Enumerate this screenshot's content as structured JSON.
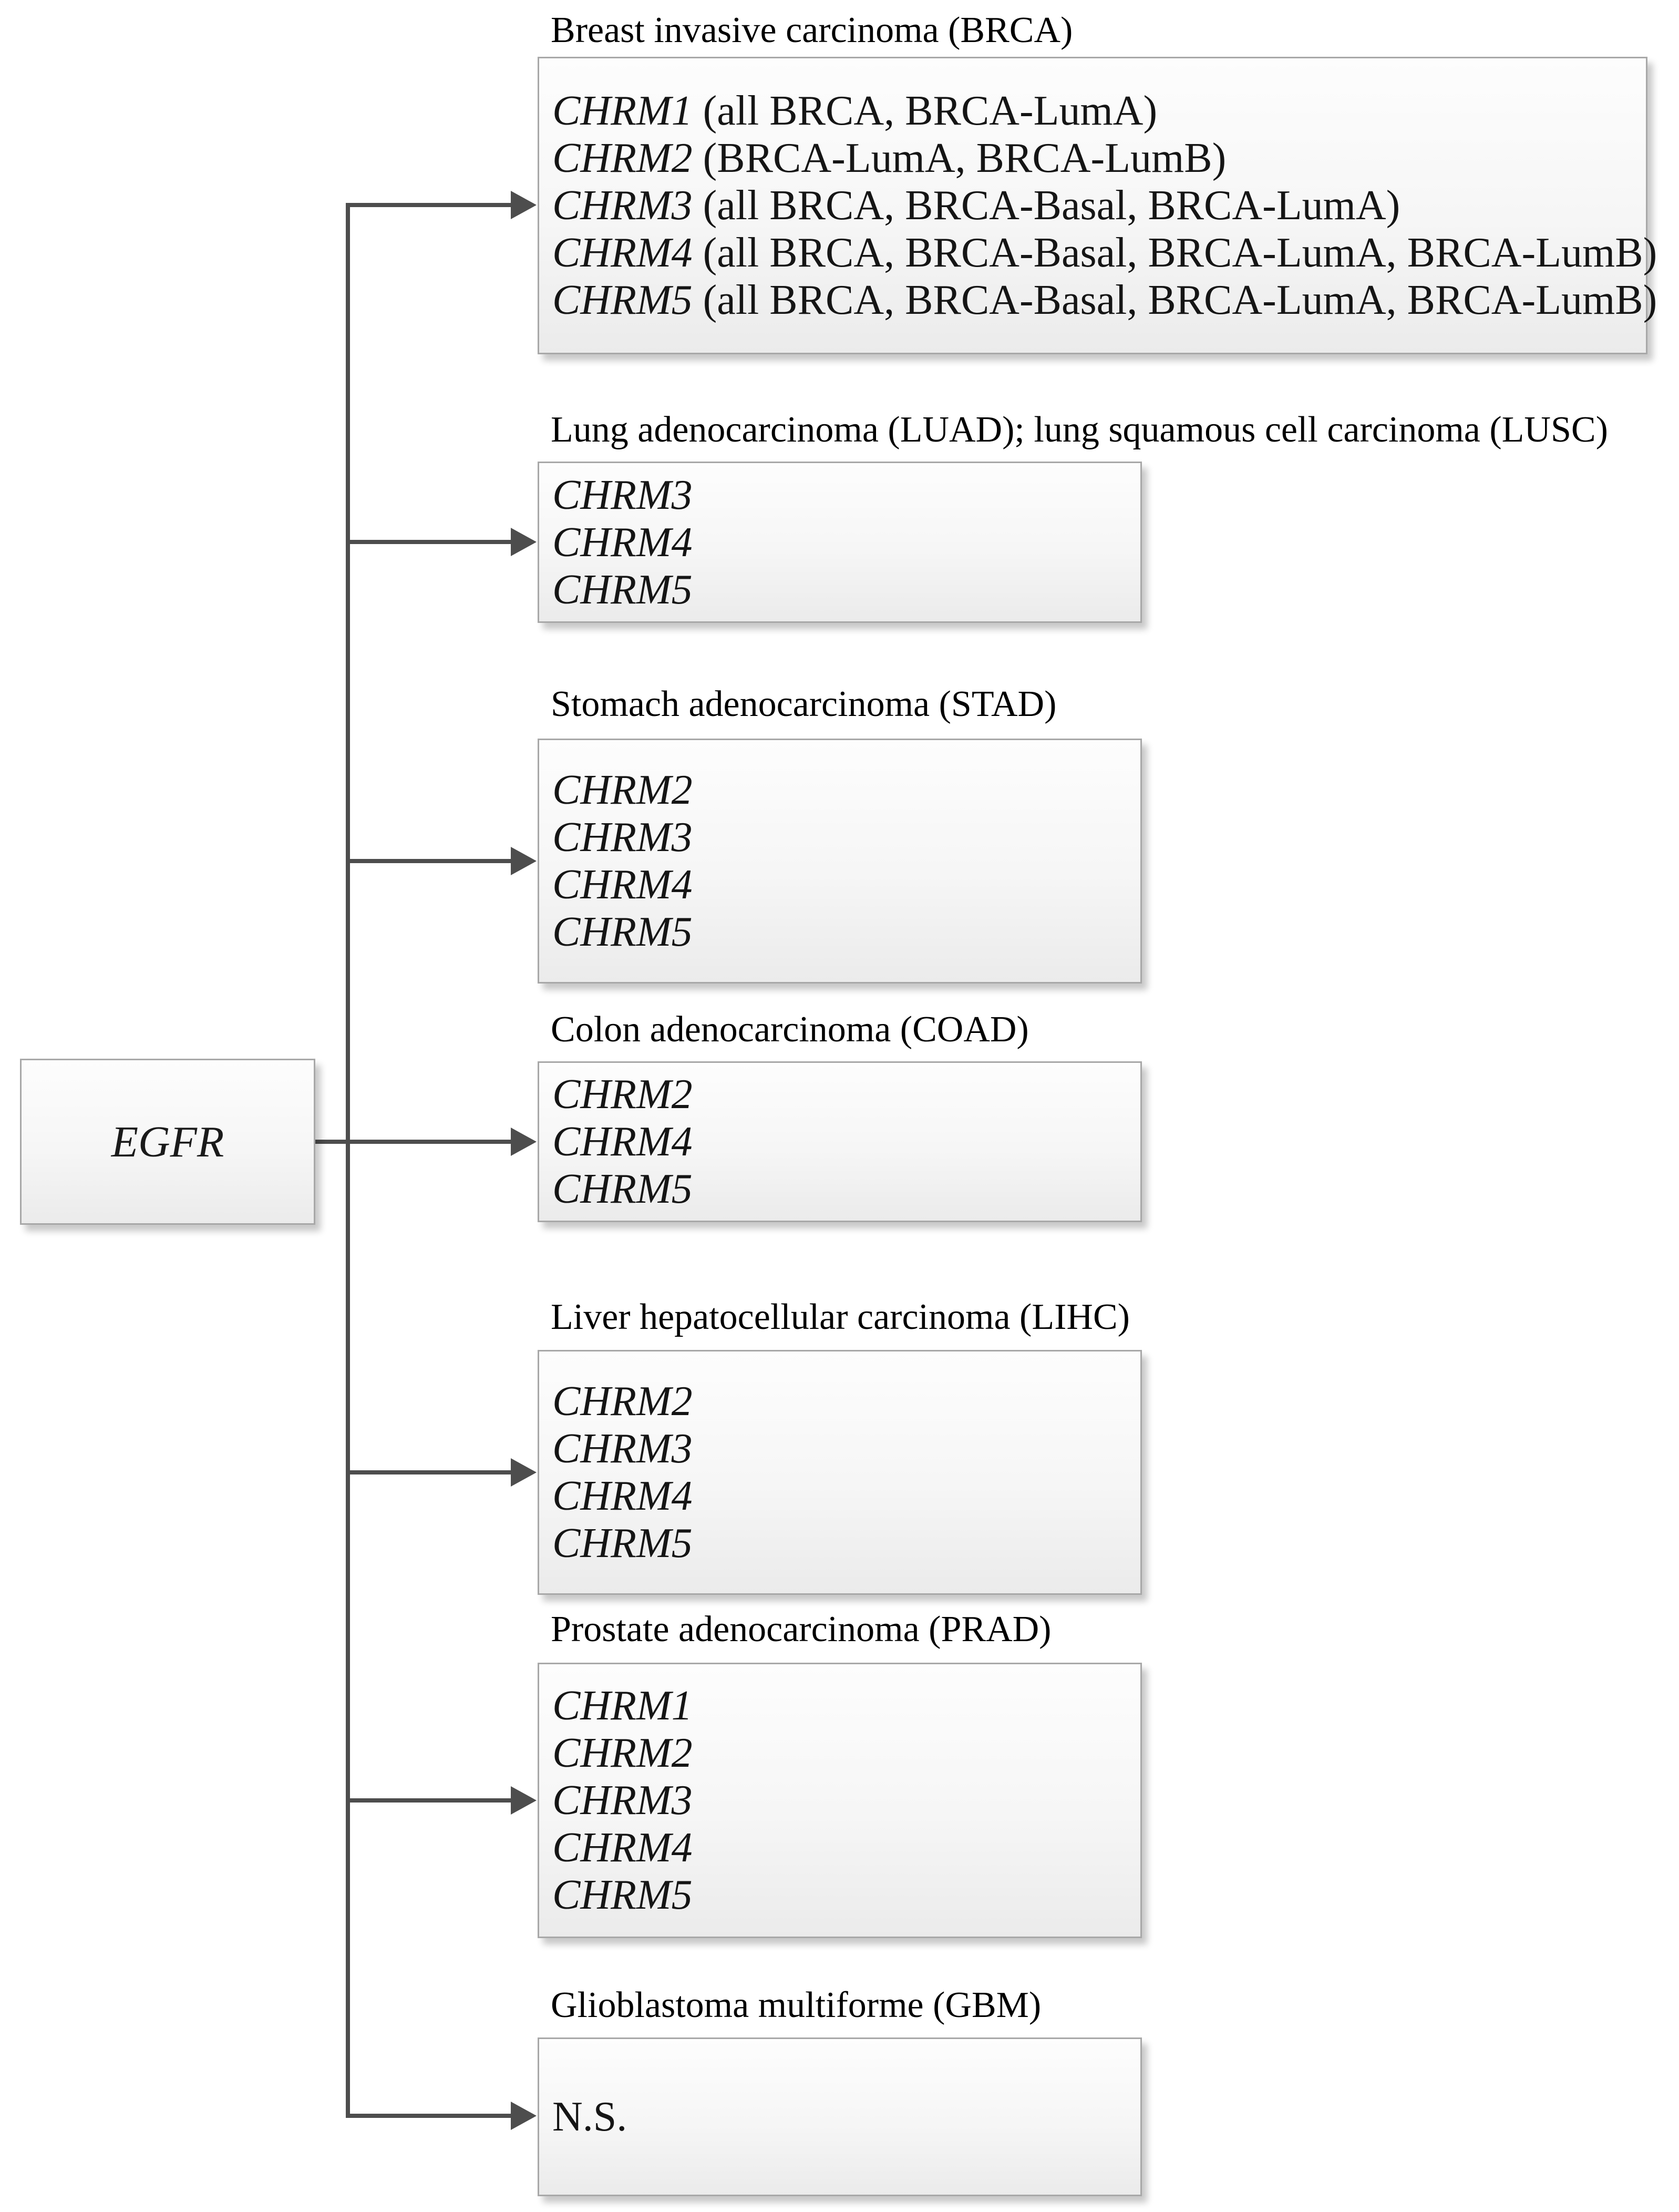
{
  "diagram": {
    "source": {
      "label": "EGFR"
    },
    "style": {
      "connector_color": "#4d4d4d",
      "box_border_color": "#a8a8a8",
      "box_fill_top": "#fdfdfd",
      "box_fill_bottom": "#ebebeb",
      "text_color": "#151515"
    },
    "targets": [
      {
        "id": "brca",
        "title": "Breast invasive carcinoma (BRCA)",
        "lines": [
          {
            "gene": "CHRM1",
            "note": " (all BRCA, BRCA-LumA)"
          },
          {
            "gene": "CHRM2",
            "note": " (BRCA-LumA, BRCA-LumB)"
          },
          {
            "gene": "CHRM3",
            "note": " (all BRCA, BRCA-Basal, BRCA-LumA)"
          },
          {
            "gene": "CHRM4",
            "note": " (all BRCA, BRCA-Basal, BRCA-LumA, BRCA-LumB)"
          },
          {
            "gene": "CHRM5",
            "note": " (all BRCA, BRCA-Basal, BRCA-LumA, BRCA-LumB)"
          }
        ]
      },
      {
        "id": "luad-lusc",
        "title": "Lung adenocarcinoma (LUAD); lung squamous cell carcinoma (LUSC)",
        "lines": [
          {
            "gene": "CHRM3",
            "note": ""
          },
          {
            "gene": "CHRM4",
            "note": ""
          },
          {
            "gene": "CHRM5",
            "note": ""
          }
        ]
      },
      {
        "id": "stad",
        "title": "Stomach adenocarcinoma (STAD)",
        "lines": [
          {
            "gene": "CHRM2",
            "note": ""
          },
          {
            "gene": "CHRM3",
            "note": ""
          },
          {
            "gene": "CHRM4",
            "note": ""
          },
          {
            "gene": "CHRM5",
            "note": ""
          }
        ]
      },
      {
        "id": "coad",
        "title": "Colon adenocarcinoma (COAD)",
        "lines": [
          {
            "gene": "CHRM2",
            "note": ""
          },
          {
            "gene": "CHRM4",
            "note": ""
          },
          {
            "gene": "CHRM5",
            "note": ""
          }
        ]
      },
      {
        "id": "lihc",
        "title": "Liver hepatocellular carcinoma (LIHC)",
        "lines": [
          {
            "gene": "CHRM2",
            "note": ""
          },
          {
            "gene": "CHRM3",
            "note": ""
          },
          {
            "gene": "CHRM4",
            "note": ""
          },
          {
            "gene": "CHRM5",
            "note": ""
          }
        ]
      },
      {
        "id": "prad",
        "title": "Prostate adenocarcinoma (PRAD)",
        "lines": [
          {
            "gene": "CHRM1",
            "note": ""
          },
          {
            "gene": "CHRM2",
            "note": ""
          },
          {
            "gene": "CHRM3",
            "note": ""
          },
          {
            "gene": "CHRM4",
            "note": ""
          },
          {
            "gene": "CHRM5",
            "note": ""
          }
        ]
      },
      {
        "id": "gbm",
        "title": "Glioblastoma multiforme (GBM)",
        "lines": [
          {
            "gene": "",
            "note": "N.S."
          }
        ]
      }
    ]
  }
}
